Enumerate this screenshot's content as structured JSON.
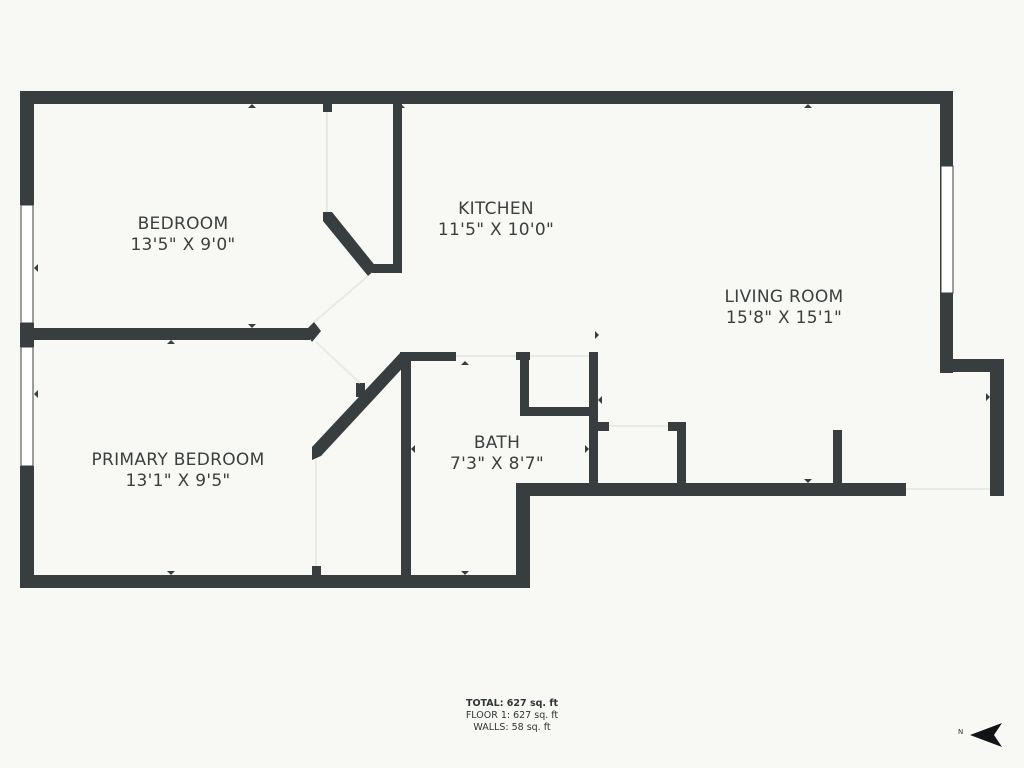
{
  "rooms": {
    "bedroom": {
      "name": "BEDROOM",
      "size": "13'5\" X 9'0\""
    },
    "kitchen": {
      "name": "KITCHEN",
      "size": "11'5\" X 10'0\""
    },
    "living_room": {
      "name": "LIVING ROOM",
      "size": "15'8\" X 15'1\""
    },
    "bath": {
      "name": "BATH",
      "size": "7'3\" X 8'7\""
    },
    "primary_bedroom": {
      "name": "PRIMARY BEDROOM",
      "size": "13'1\" X 9'5\""
    }
  },
  "totals": {
    "total": "TOTAL: 627 sq. ft",
    "floor": "FLOOR 1: 627 sq. ft",
    "walls": "WALLS: 58 sq. ft"
  },
  "compass": {
    "letter": "N",
    "icon": "north-arrow-icon"
  },
  "colors": {
    "wall": "#383e40",
    "background": "#f8f9f4"
  }
}
